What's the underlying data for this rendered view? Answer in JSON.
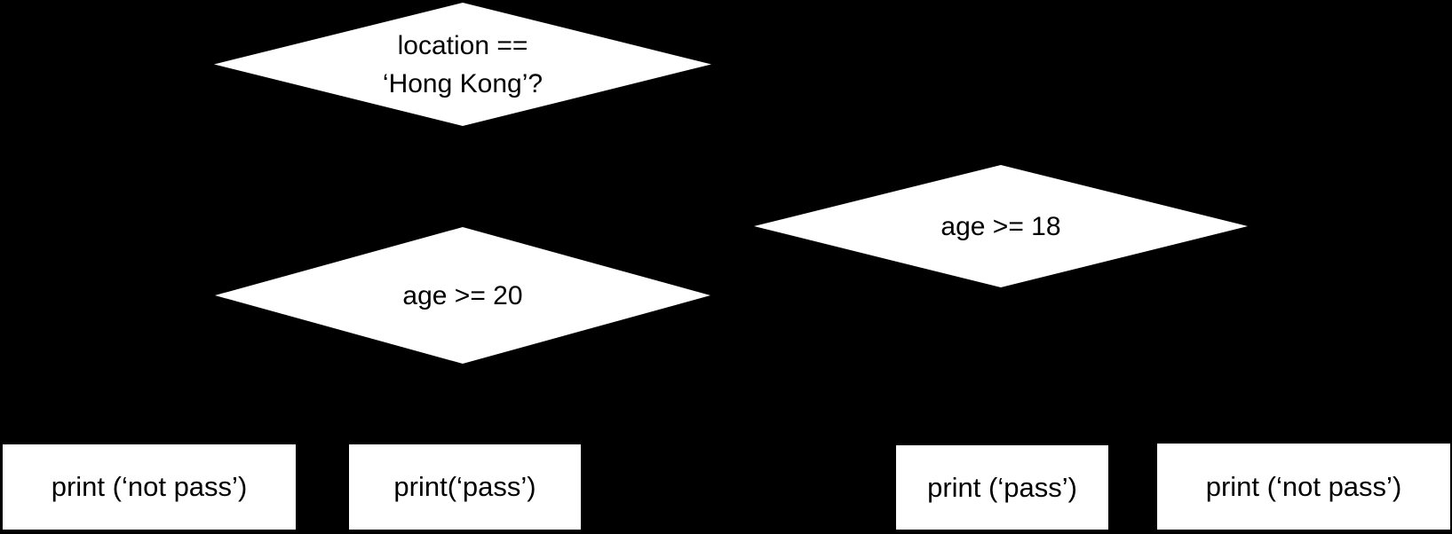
{
  "diagram": {
    "type": "flowchart",
    "background_color": "#000000",
    "shape_fill_color": "#ffffff",
    "text_color": "#000000",
    "nodes": {
      "decision_location": {
        "shape": "diamond",
        "line1": "location ==",
        "line2": "‘Hong Kong’?"
      },
      "decision_age_20": {
        "shape": "diamond",
        "label": "age >= 20"
      },
      "decision_age_18": {
        "shape": "diamond",
        "label": "age >= 18"
      },
      "print_not_pass_left": {
        "shape": "rectangle",
        "label": "print (‘not pass’)"
      },
      "print_pass_left": {
        "shape": "rectangle",
        "label": "print(‘pass’)"
      },
      "print_pass_right": {
        "shape": "rectangle",
        "label": "print (‘pass’)"
      },
      "print_not_pass_right": {
        "shape": "rectangle",
        "label": "print (‘not pass’)"
      }
    }
  }
}
